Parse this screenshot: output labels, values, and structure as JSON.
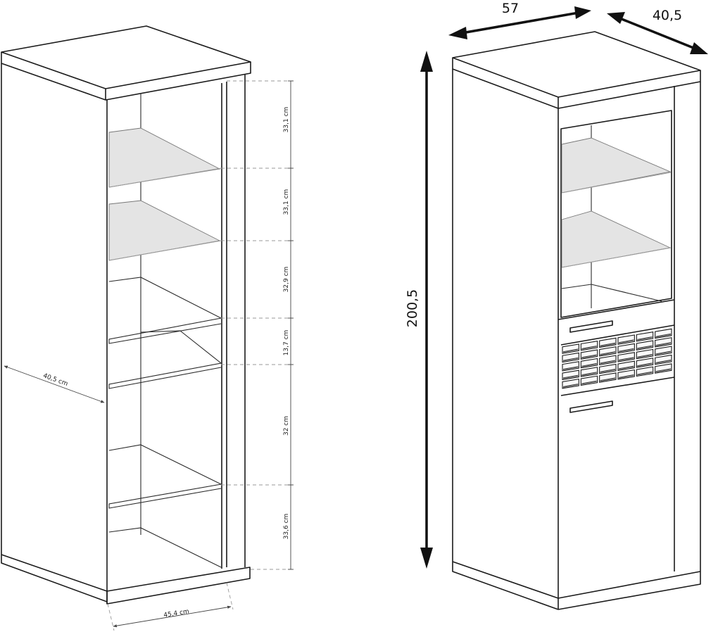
{
  "left_view": {
    "shelf_spacings": [
      "33,1 cm",
      "33,1 cm",
      "32,9 cm",
      "13,7 cm",
      "32 cm",
      "33,6 cm"
    ],
    "depth_label": "40,5 cm",
    "inner_width_label": "45,4 cm"
  },
  "right_view": {
    "width_label": "57",
    "depth_label": "40,5",
    "height_label": "200,5"
  }
}
